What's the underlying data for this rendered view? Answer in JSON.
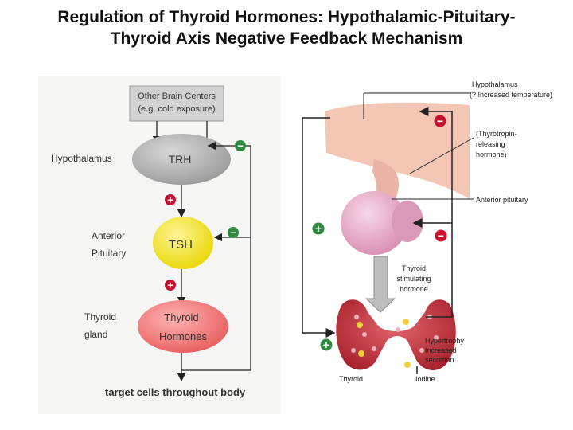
{
  "title": {
    "line1": "Regulation of Thyroid Hormones: Hypothalamic-Pituitary-",
    "line2": "Thyroid Axis Negative Feedback Mechanism"
  },
  "left_panel": {
    "other_brain_centers": {
      "line1": "Other Brain Centers",
      "line2": "(e.g. cold exposure)"
    },
    "rows": [
      {
        "side_label": [
          "Hypothalamus"
        ],
        "node_label": [
          "TRH"
        ],
        "node_color": "#a9a9a9"
      },
      {
        "side_label": [
          "Anterior",
          "Pituitary"
        ],
        "node_label": [
          "TSH"
        ],
        "node_color": "#f2e600"
      },
      {
        "side_label": [
          "Thyroid",
          "gland"
        ],
        "node_label": [
          "Thyroid",
          "Hormones"
        ],
        "node_color": "#f06b6b"
      }
    ],
    "plus_signs": [
      "+",
      "+"
    ],
    "minus_signs": [
      "−",
      "−"
    ],
    "target": "target cells throughout body"
  },
  "right_panel": {
    "hypothalamus": {
      "line1": "Hypothalamus",
      "line2": "(? Increased temperature)"
    },
    "trh": [
      "(Thyrotropin-",
      "releasing",
      "hormone)"
    ],
    "anterior_pituitary": "Anterior pituitary",
    "tsh": [
      "Thyroid",
      "stimulating",
      "hormone"
    ],
    "effects": [
      "Hypertrophy",
      "Increased",
      "secretion"
    ],
    "thyroid": "Thyroid",
    "iodine": "Iodine",
    "plus_signs": [
      "+",
      "+"
    ],
    "minus_signs": [
      "−",
      "−"
    ]
  },
  "colors": {
    "plus": "#2e8b3e",
    "minus": "#c8102e",
    "left_plus": "#c8102e",
    "left_minus": "#2e8b3e",
    "hypothalamus_tissue": "#f4c7b4",
    "pituitary": "#e9a9c7",
    "thyroid": "#c9303a"
  }
}
